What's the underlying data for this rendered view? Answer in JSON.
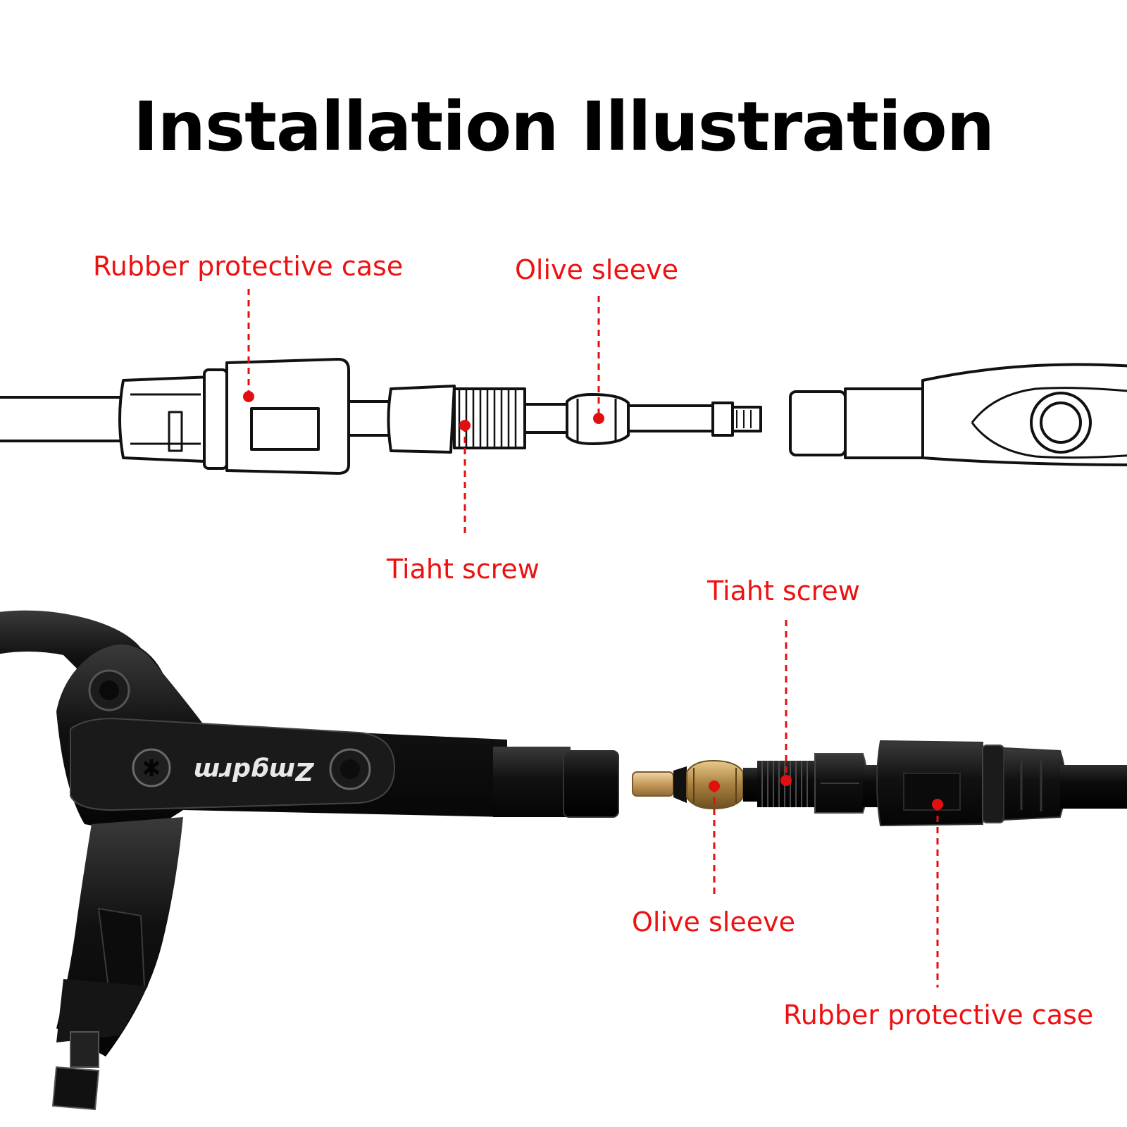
{
  "title": "Installation Illustration",
  "label_color": "#ee1111",
  "top_diagram": {
    "rubber_case_label": "Rubber protective case",
    "olive_sleeve_label": "Olive sleeve",
    "tight_screw_label": "Tiaht screw"
  },
  "bottom_photo": {
    "tight_screw_label": "Tiaht screw",
    "olive_sleeve_label": "Olive sleeve",
    "rubber_case_label": "Rubber protective case",
    "brand_text": "Zmgdrm"
  }
}
